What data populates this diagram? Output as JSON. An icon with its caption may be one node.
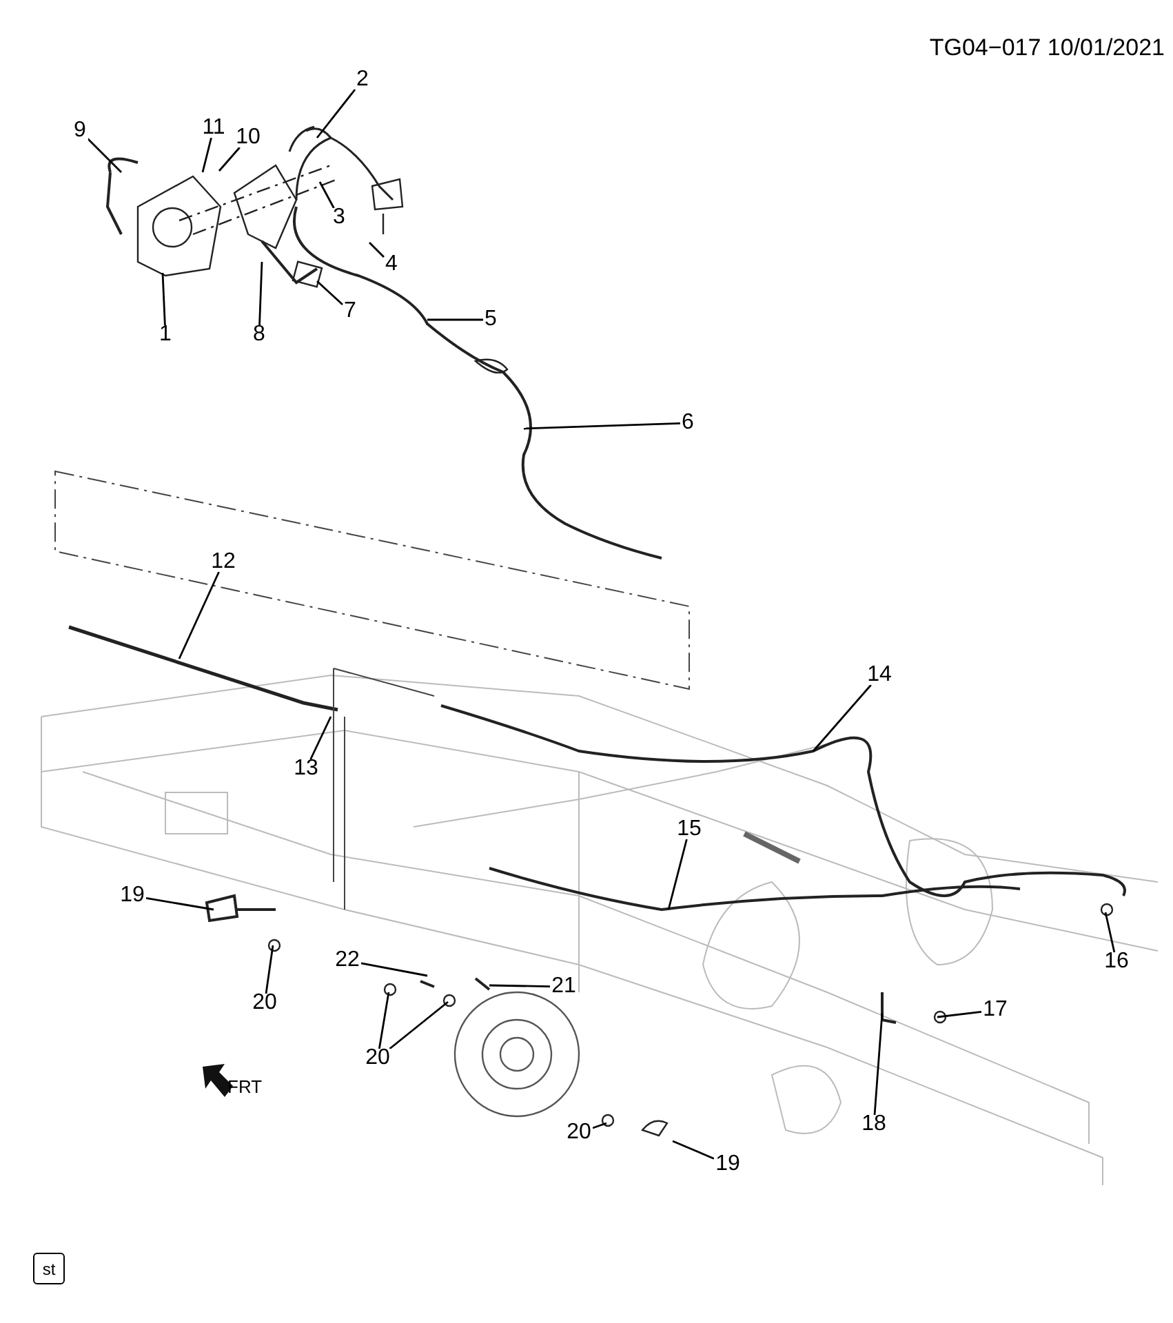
{
  "diagram": {
    "nodes": [
      {
        "text": [
          "2"
        ]
      },
      {
        "text": [
          "9"
        ]
      },
      {
        "text": [
          "11"
        ]
      },
      {
        "text": [
          "10"
        ]
      },
      {
        "text": [
          "3"
        ]
      },
      {
        "text": [
          "4"
        ]
      },
      {
        "text": [
          "1"
        ]
      },
      {
        "text": [
          "8"
        ]
      },
      {
        "text": [
          "7"
        ]
      },
      {
        "text": [
          "5"
        ]
      },
      {
        "text": [
          "6"
        ]
      },
      {
        "text": [
          "12"
        ]
      },
      {
        "text": [
          "14"
        ]
      },
      {
        "text": [
          "13"
        ]
      },
      {
        "text": [
          "15"
        ]
      },
      {
        "text": [
          "19"
        ]
      },
      {
        "text": [
          "16"
        ]
      },
      {
        "text": [
          "20"
        ]
      },
      {
        "text": [
          "22"
        ]
      },
      {
        "text": [
          "21"
        ]
      },
      {
        "text": [
          "17"
        ]
      },
      {
        "text": [
          "20"
        ]
      },
      {
        "text": [
          "18"
        ]
      },
      {
        "text": [
          "20"
        ]
      },
      {
        "text": [
          "19"
        ]
      }
    ],
    "edges": [
      {
        "from": 0,
        "to": null,
        "arrow": "none"
      },
      {
        "from": 1,
        "to": null,
        "arrow": "none"
      },
      {
        "from": 2,
        "to": null,
        "arrow": "none"
      },
      {
        "from": 3,
        "to": null,
        "arrow": "none"
      },
      {
        "from": 4,
        "to": null,
        "arrow": "none"
      },
      {
        "from": 5,
        "to": null,
        "arrow": "none"
      },
      {
        "from": 6,
        "to": null,
        "arrow": "none"
      },
      {
        "from": 7,
        "to": null,
        "arrow": "none"
      },
      {
        "from": 8,
        "to": null,
        "arrow": "none"
      },
      {
        "from": 9,
        "to": null,
        "arrow": "none"
      },
      {
        "from": 10,
        "to": null,
        "arrow": "none"
      },
      {
        "from": 11,
        "to": null,
        "arrow": "none"
      },
      {
        "from": 12,
        "to": null,
        "arrow": "none"
      },
      {
        "from": 13,
        "to": null,
        "arrow": "none"
      },
      {
        "from": 14,
        "to": null,
        "arrow": "none"
      },
      {
        "from": 15,
        "to": null,
        "arrow": "none"
      },
      {
        "from": 16,
        "to": null,
        "arrow": "none"
      },
      {
        "from": 17,
        "to": null,
        "arrow": "none"
      },
      {
        "from": 18,
        "to": null,
        "arrow": "none"
      },
      {
        "from": 19,
        "to": null,
        "arrow": "none"
      },
      {
        "from": 20,
        "to": null,
        "arrow": "none"
      },
      {
        "from": 21,
        "to": null,
        "arrow": "none"
      },
      {
        "from": 21,
        "to": null,
        "arrow": "none"
      },
      {
        "from": 22,
        "to": null,
        "arrow": "none"
      },
      {
        "from": 23,
        "to": null,
        "arrow": "none"
      },
      {
        "from": 24,
        "to": null,
        "arrow": "none"
      }
    ],
    "labels": [
      "TG04−017 10/01/2021",
      "FRT",
      "st"
    ]
  }
}
